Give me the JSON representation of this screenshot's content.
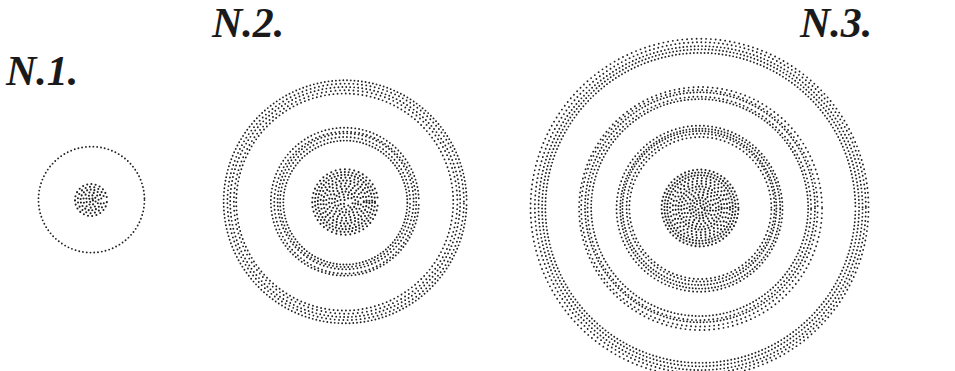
{
  "diagram": {
    "labels": [
      "N.1.",
      "N.2.",
      "N.3."
    ]
  }
}
